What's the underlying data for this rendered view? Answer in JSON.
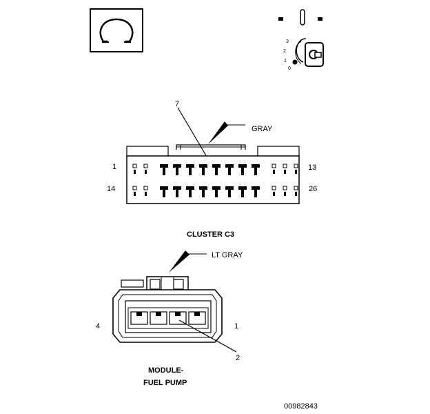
{
  "symbols": {
    "ohmmeter_icon": "ohm-symbol",
    "ignition_icon": "ignition-key-switch",
    "ignition_positions": [
      "3",
      "2",
      "1",
      "0"
    ]
  },
  "cluster_connector": {
    "color_label": "GRAY",
    "callout_pin": "7",
    "pin_first_top": "1",
    "pin_last_top": "13",
    "pin_first_bottom": "14",
    "pin_last_bottom": "26",
    "name": "CLUSTER C3"
  },
  "pump_connector": {
    "color_label": "LT GRAY",
    "pin_left": "4",
    "pin_right": "1",
    "callout_pin": "2",
    "name_line1": "MODULE-",
    "name_line2": "FUEL PUMP"
  },
  "figure_id": "00982843"
}
